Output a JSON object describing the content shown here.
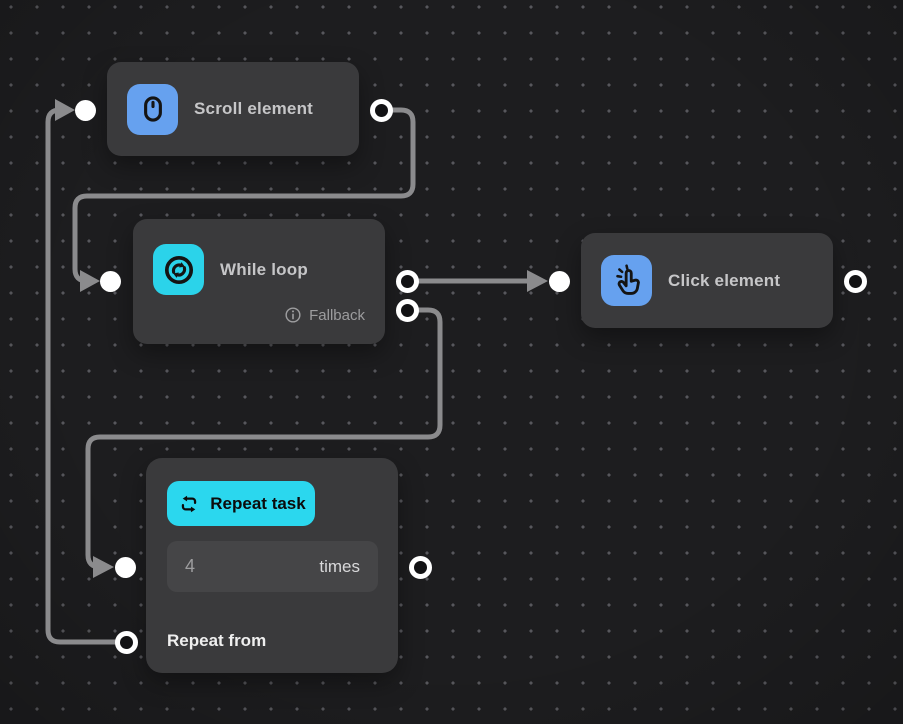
{
  "canvas": {
    "background_color": "#1d1d1f",
    "dot_color": "#57575c",
    "edge_color": "#8b8b8d",
    "node_color": "#3a3a3c",
    "accent_blue": "#66a1ef",
    "accent_cyan": "#2bd3ea"
  },
  "nodes": {
    "scroll": {
      "title": "Scroll element",
      "icon": "mouse-scroll-icon"
    },
    "while": {
      "title": "While loop",
      "fallback_label": "Fallback",
      "icon": "loop-sync-icon",
      "info_icon": "info-icon"
    },
    "click": {
      "title": "Click element",
      "icon": "tap-click-icon"
    },
    "repeat": {
      "button_label": "Repeat task",
      "icon": "repeat-arrows-icon",
      "times_value": "4",
      "times_suffix": "times",
      "footer_label": "Repeat from"
    }
  }
}
